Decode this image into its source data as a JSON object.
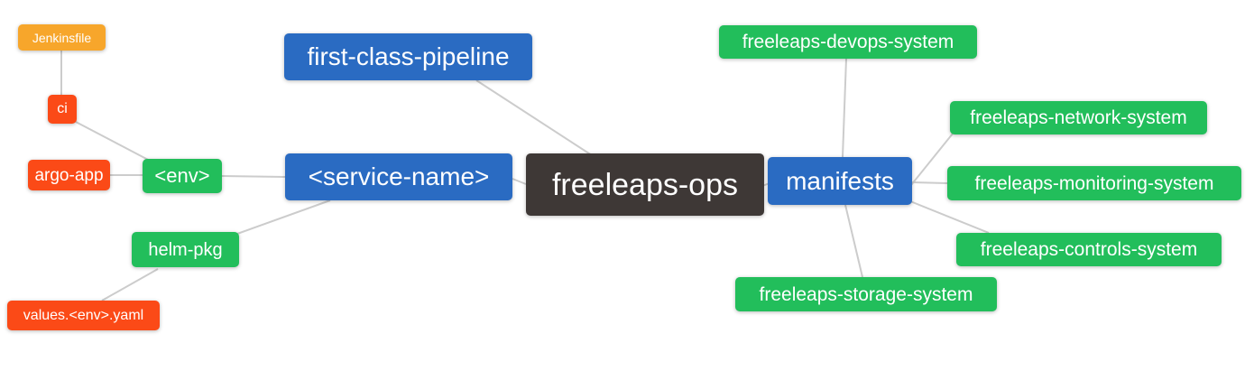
{
  "diagram": {
    "type": "mindmap",
    "background_color": "#FFFFFF",
    "edge_color": "#CCCCCC",
    "text_color": "#FFFFFF",
    "palette": {
      "root_dark": "#3E3836",
      "branch_blue": "#2A6BC2",
      "leaf_green": "#22BE5B",
      "leaf_red": "#FB4A17",
      "leaf_orange": "#F7A62B"
    },
    "root": "freeleaps-ops",
    "nodes": [
      {
        "id": "jenkinsfile",
        "label": "Jenkinsfile",
        "color": "#F7A62B",
        "text_color": "#FFFFFF"
      },
      {
        "id": "ci",
        "label": "ci",
        "color": "#FB4A17",
        "text_color": "#FFFFFF"
      },
      {
        "id": "argo-app",
        "label": "argo-app",
        "color": "#FB4A17",
        "text_color": "#FFFFFF"
      },
      {
        "id": "env",
        "label": "<env>",
        "color": "#22BE5B",
        "text_color": "#FFFFFF"
      },
      {
        "id": "first-class-pipeline",
        "label": "first-class-pipeline",
        "color": "#2A6BC2",
        "text_color": "#FFFFFF"
      },
      {
        "id": "service-name",
        "label": "<service-name>",
        "color": "#2A6BC2",
        "text_color": "#FFFFFF"
      },
      {
        "id": "freeleaps-ops",
        "label": "freeleaps-ops",
        "color": "#3E3836",
        "text_color": "#FFFFFF"
      },
      {
        "id": "manifests",
        "label": "manifests",
        "color": "#2A6BC2",
        "text_color": "#FFFFFF"
      },
      {
        "id": "freeleaps-devops-system",
        "label": "freeleaps-devops-system",
        "color": "#22BE5B",
        "text_color": "#FFFFFF"
      },
      {
        "id": "freeleaps-network-system",
        "label": "freeleaps-network-system",
        "color": "#22BE5B",
        "text_color": "#FFFFFF"
      },
      {
        "id": "freeleaps-monitoring-system",
        "label": "freeleaps-monitoring-system",
        "color": "#22BE5B",
        "text_color": "#FFFFFF"
      },
      {
        "id": "freeleaps-controls-system",
        "label": "freeleaps-controls-system",
        "color": "#22BE5B",
        "text_color": "#FFFFFF"
      },
      {
        "id": "freeleaps-storage-system",
        "label": "freeleaps-storage-system",
        "color": "#22BE5B",
        "text_color": "#FFFFFF"
      },
      {
        "id": "helm-pkg",
        "label": "helm-pkg",
        "color": "#22BE5B",
        "text_color": "#FFFFFF"
      },
      {
        "id": "values-env-yaml",
        "label": "values.<env>.yaml",
        "color": "#FB4A17",
        "text_color": "#FFFFFF"
      }
    ],
    "edges": [
      {
        "from": "jenkinsfile",
        "to": "ci"
      },
      {
        "from": "ci",
        "to": "env"
      },
      {
        "from": "argo-app",
        "to": "env"
      },
      {
        "from": "env",
        "to": "service-name"
      },
      {
        "from": "helm-pkg",
        "to": "service-name"
      },
      {
        "from": "values-env-yaml",
        "to": "helm-pkg"
      },
      {
        "from": "first-class-pipeline",
        "to": "freeleaps-ops"
      },
      {
        "from": "service-name",
        "to": "freeleaps-ops"
      },
      {
        "from": "freeleaps-ops",
        "to": "manifests"
      },
      {
        "from": "manifests",
        "to": "freeleaps-devops-system"
      },
      {
        "from": "manifests",
        "to": "freeleaps-network-system"
      },
      {
        "from": "manifests",
        "to": "freeleaps-monitoring-system"
      },
      {
        "from": "manifests",
        "to": "freeleaps-controls-system"
      },
      {
        "from": "manifests",
        "to": "freeleaps-storage-system"
      }
    ]
  }
}
